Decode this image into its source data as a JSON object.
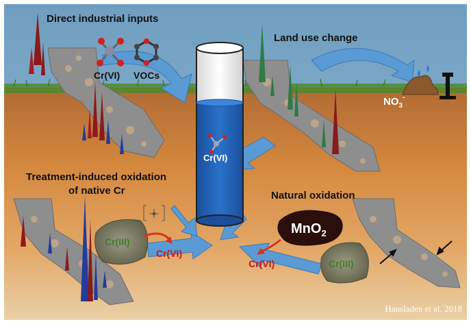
{
  "labels": {
    "direct_inputs": "Direct industrial inputs",
    "land_use": "Land use change",
    "treatment_line1": "Treatment-induced oxidation",
    "treatment_line2": "of native Cr",
    "natural_oxidation": "Natural oxidation",
    "credit": "Hausladen et al. 2018"
  },
  "chemicals": {
    "cr6": "Cr(VI)",
    "vocs": "VOCs",
    "cr3": "Cr(III)",
    "nitrate": "NO",
    "nitrate_sub": "3",
    "nitrate_sup": "-",
    "mno2": "MnO",
    "mno2_sub": "2"
  },
  "colors": {
    "sky": "#7fa9c6",
    "soil_upper": "#c07a3e",
    "soil_mid": "#d98f45",
    "soil_lower": "#e8c08c",
    "grass": "#4f8a2e",
    "well_water": "#1f62b8",
    "arrow_blue": "#5b9bd5",
    "cr6_red": "#c0181e",
    "cr3_green": "#3f7d2a",
    "spike_red": "#8b1a1a",
    "spike_blue": "#243c9a",
    "spike_green": "#2f7a45"
  }
}
